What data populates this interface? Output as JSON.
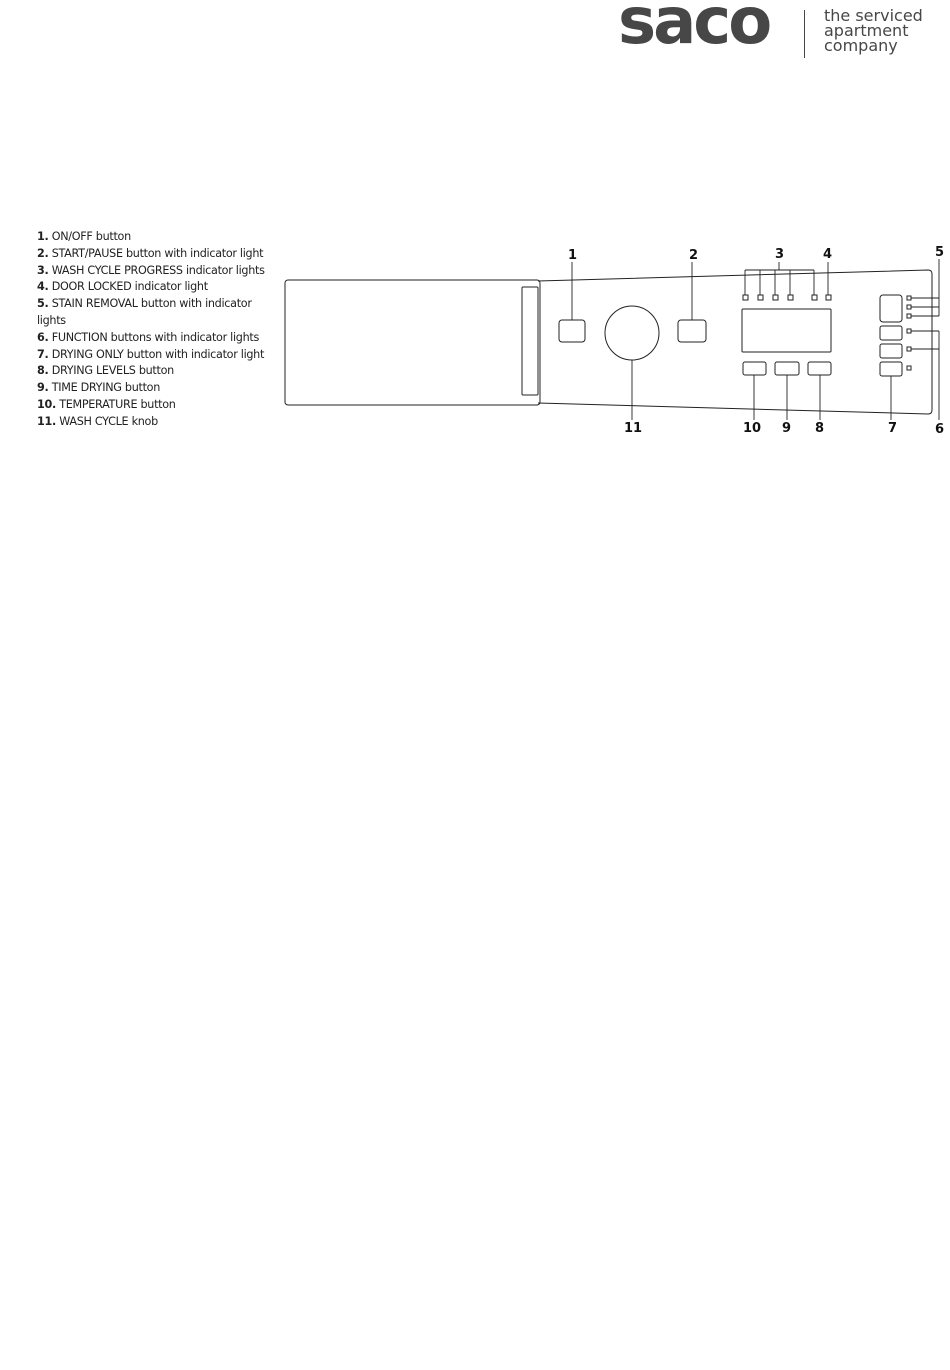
{
  "header": {
    "brand": "saco",
    "tagline": [
      "the serviced",
      "apartment",
      "company"
    ]
  },
  "legend": [
    {
      "num": "1.",
      "text": "ON/OFF button"
    },
    {
      "num": "2.",
      "text": "START/PAUSE button with indicator light"
    },
    {
      "num": "3.",
      "text": "WASH CYCLE PROGRESS indicator lights"
    },
    {
      "num": "4.",
      "text": "DOOR LOCKED indicator light"
    },
    {
      "num": "5.",
      "text": "STAIN REMOVAL button with indicator lights"
    },
    {
      "num": "6.",
      "text": "FUNCTION buttons with indicator lights"
    },
    {
      "num": "7.",
      "text": "DRYING ONLY button with indicator light"
    },
    {
      "num": "8.",
      "text": "DRYING LEVELS button"
    },
    {
      "num": "9.",
      "text": "TIME DRYING button"
    },
    {
      "num": "10.",
      "text": "TEMPERATURE button"
    },
    {
      "num": "11.",
      "text": "WASH CYCLE knob"
    }
  ],
  "callouts": {
    "c1": "1",
    "c2": "2",
    "c3": "3",
    "c4": "4",
    "c5": "5",
    "c6": "6",
    "c7": "7",
    "c8": "8",
    "c9": "9",
    "c10": "10",
    "c11": "11"
  }
}
